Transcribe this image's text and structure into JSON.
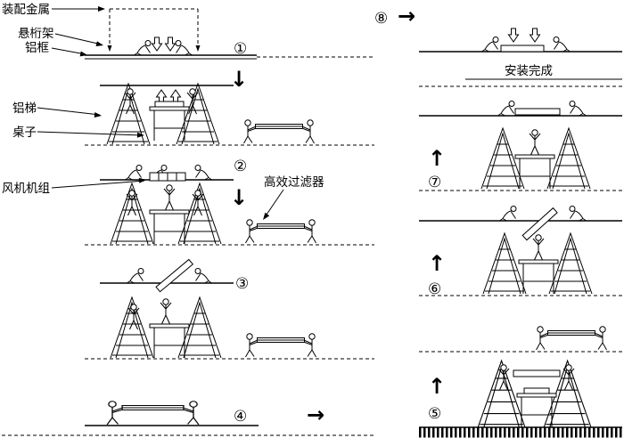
{
  "diagram": {
    "colors": {
      "ink": "#000000",
      "background": "#ffffff"
    },
    "labels": {
      "assembly_metal": "装配金属",
      "truss": "悬桁架",
      "aluminum_frame": "铝框",
      "aluminum_ladder": "铝梯",
      "table": "桌子",
      "fan_unit": "风机机组",
      "hepa_filter": "高效过滤器",
      "install_complete": "安装完成"
    },
    "steps": {
      "n1": "①",
      "n2": "②",
      "n3": "③",
      "n4": "④",
      "n5": "⑤",
      "n6": "⑥",
      "n7": "⑦",
      "n8": "⑧"
    },
    "arrows": {
      "down": "↓",
      "up": "↑",
      "right": "→"
    }
  }
}
